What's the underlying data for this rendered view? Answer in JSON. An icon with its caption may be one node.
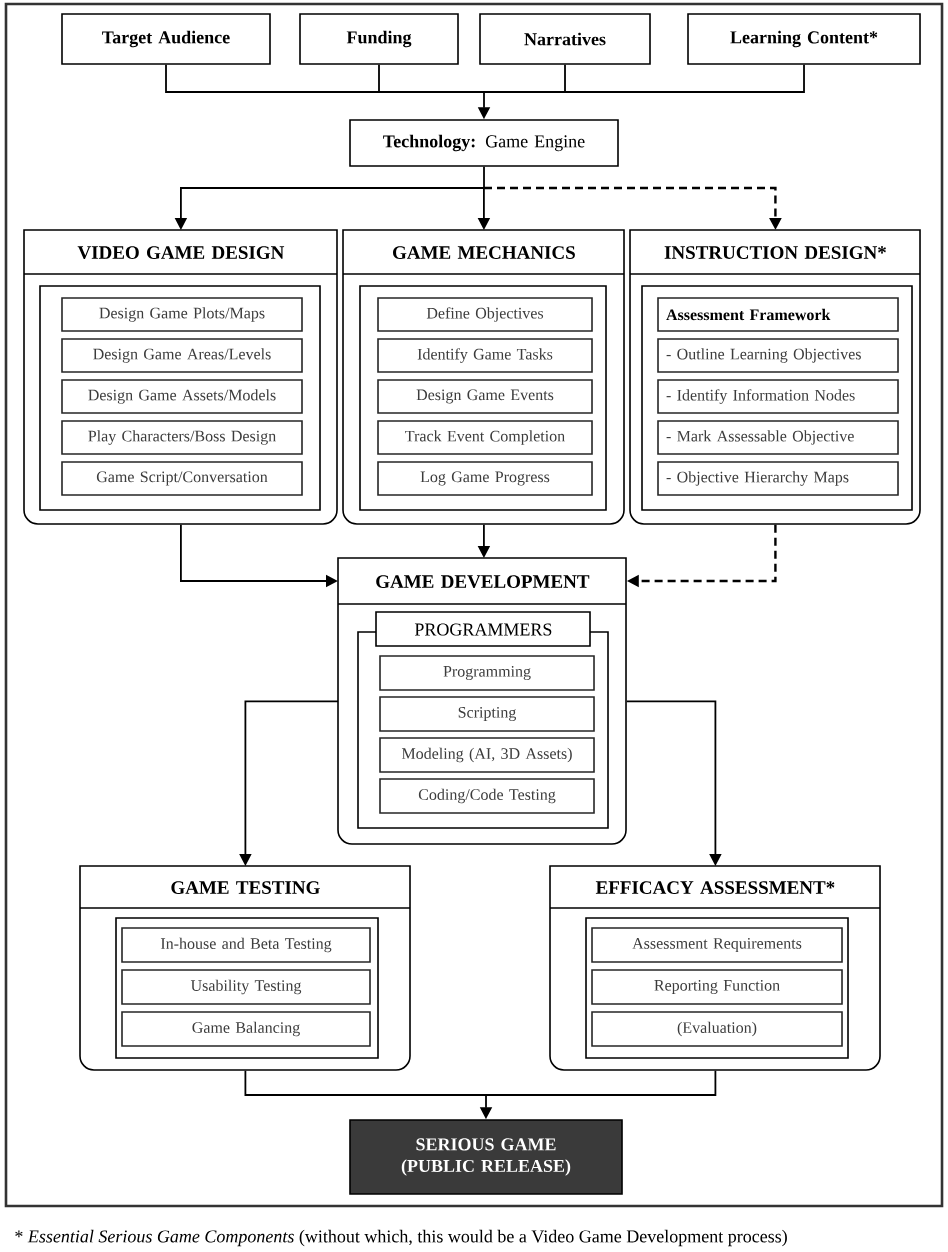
{
  "diagram": {
    "caption": "* *Essential Serious Game Components* (without which, this would be a Video Game Development process)",
    "nodes": [
      {
        "text": [
          "Target Audience"
        ]
      },
      {
        "text": [
          "Funding"
        ]
      },
      {
        "text": [
          "Narratives"
        ]
      },
      {
        "text": [
          "Learning Content*"
        ]
      },
      {
        "text": [
          "**Technology:** Game Engine"
        ]
      },
      {
        "text": [
          "VIDEO GAME DESIGN"
        ]
      },
      {
        "text": [
          "Design Game Plots/Maps"
        ],
        "in": 5
      },
      {
        "text": [
          "Design Game Areas/Levels"
        ],
        "in": 5
      },
      {
        "text": [
          "Design Game Assets/Models"
        ],
        "in": 5
      },
      {
        "text": [
          "Play Characters/Boss Design"
        ],
        "in": 5
      },
      {
        "text": [
          "Game Script/Conversation"
        ],
        "in": 5
      },
      {
        "text": [
          "GAME MECHANICS"
        ]
      },
      {
        "text": [
          "Define Objectives"
        ],
        "in": 11
      },
      {
        "text": [
          "Identify Game Tasks"
        ],
        "in": 11
      },
      {
        "text": [
          "Design Game Events"
        ],
        "in": 11
      },
      {
        "text": [
          "Track Event Completion"
        ],
        "in": 11
      },
      {
        "text": [
          "Log Game Progress"
        ],
        "in": 11
      },
      {
        "text": [
          "INSTRUCTION DESIGN*"
        ]
      },
      {
        "text": [
          "Assessment Framework"
        ],
        "in": 17
      },
      {
        "text": [
          "- Outline Learning Objectives"
        ],
        "in": 17
      },
      {
        "text": [
          "- Identify Information Nodes"
        ],
        "in": 17
      },
      {
        "text": [
          "- Mark Assessable Objective"
        ],
        "in": 17
      },
      {
        "text": [
          "- Objective Hierarchy Maps"
        ],
        "in": 17
      },
      {
        "text": [
          "GAME DEVELOPMENT"
        ]
      },
      {
        "text": [
          "PROGRAMMERS"
        ],
        "in": 23
      },
      {
        "text": [
          "Programming"
        ],
        "in": 24
      },
      {
        "text": [
          "Scripting"
        ],
        "in": 24
      },
      {
        "text": [
          "Modeling (AI, 3D Assets)"
        ],
        "in": 24
      },
      {
        "text": [
          "Coding/Code Testing"
        ],
        "in": 24
      },
      {
        "text": [
          "GAME TESTING"
        ]
      },
      {
        "text": [
          "In-house and Beta Testing"
        ],
        "in": 29
      },
      {
        "text": [
          "Usability Testing"
        ],
        "in": 29
      },
      {
        "text": [
          "Game Balancing"
        ],
        "in": 29
      },
      {
        "text": [
          "EFFICACY ASSESSMENT*"
        ]
      },
      {
        "text": [
          "Assessment Requirements"
        ],
        "in": 33
      },
      {
        "text": [
          "Reporting Function"
        ],
        "in": 33
      },
      {
        "text": [
          "(Evaluation)"
        ],
        "in": 33
      },
      {
        "text": [
          "SERIOUS GAME (PUBLIC RELEASE)"
        ]
      }
    ],
    "edges": [
      {
        "from": 0,
        "to": 4,
        "arrow": "to"
      },
      {
        "from": 1,
        "to": 4,
        "arrow": "to"
      },
      {
        "from": 2,
        "to": 4,
        "arrow": "to"
      },
      {
        "from": 3,
        "to": 4,
        "arrow": "to"
      },
      {
        "from": 4,
        "to": 5,
        "arrow": "to"
      },
      {
        "from": 4,
        "to": 11,
        "arrow": "to"
      },
      {
        "from": 4,
        "to": 17,
        "arrow": "to",
        "style": "dashed"
      },
      {
        "from": 5,
        "to": 23,
        "arrow": "to"
      },
      {
        "from": 11,
        "to": 23,
        "arrow": "to"
      },
      {
        "from": 17,
        "to": 23,
        "arrow": "to",
        "style": "dashed"
      },
      {
        "from": 23,
        "to": 29,
        "arrow": "to"
      },
      {
        "from": 23,
        "to": 33,
        "arrow": "to"
      },
      {
        "from": 29,
        "to": 37,
        "arrow": "to"
      },
      {
        "from": 33,
        "to": 37,
        "arrow": "to"
      }
    ]
  }
}
